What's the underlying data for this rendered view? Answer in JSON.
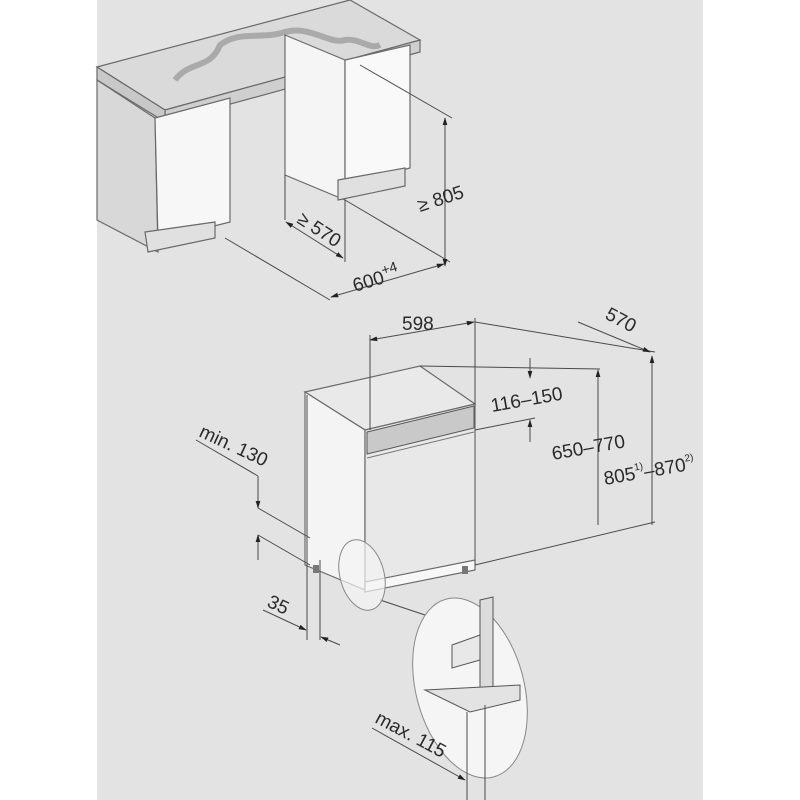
{
  "colors": {
    "background": "#e3e3e3",
    "panel": "#f7f7f7",
    "shade": "#d6d6d6",
    "line": "#4a4a4a"
  },
  "niche": {
    "height": "≥ 805",
    "depth": "≥ 570",
    "width": "600",
    "width_tolerance": "+4"
  },
  "appliance": {
    "width": "598",
    "depth": "570",
    "panel_range": "116–150",
    "door_height": "650–770",
    "height_min": "805",
    "height_min_note": "1)",
    "height_sep": "–",
    "height_max": "870",
    "height_max_note": "2)",
    "plinth_min": "min. 130",
    "plinth_offset": "35",
    "plinth_depth_max": "max. 115"
  }
}
